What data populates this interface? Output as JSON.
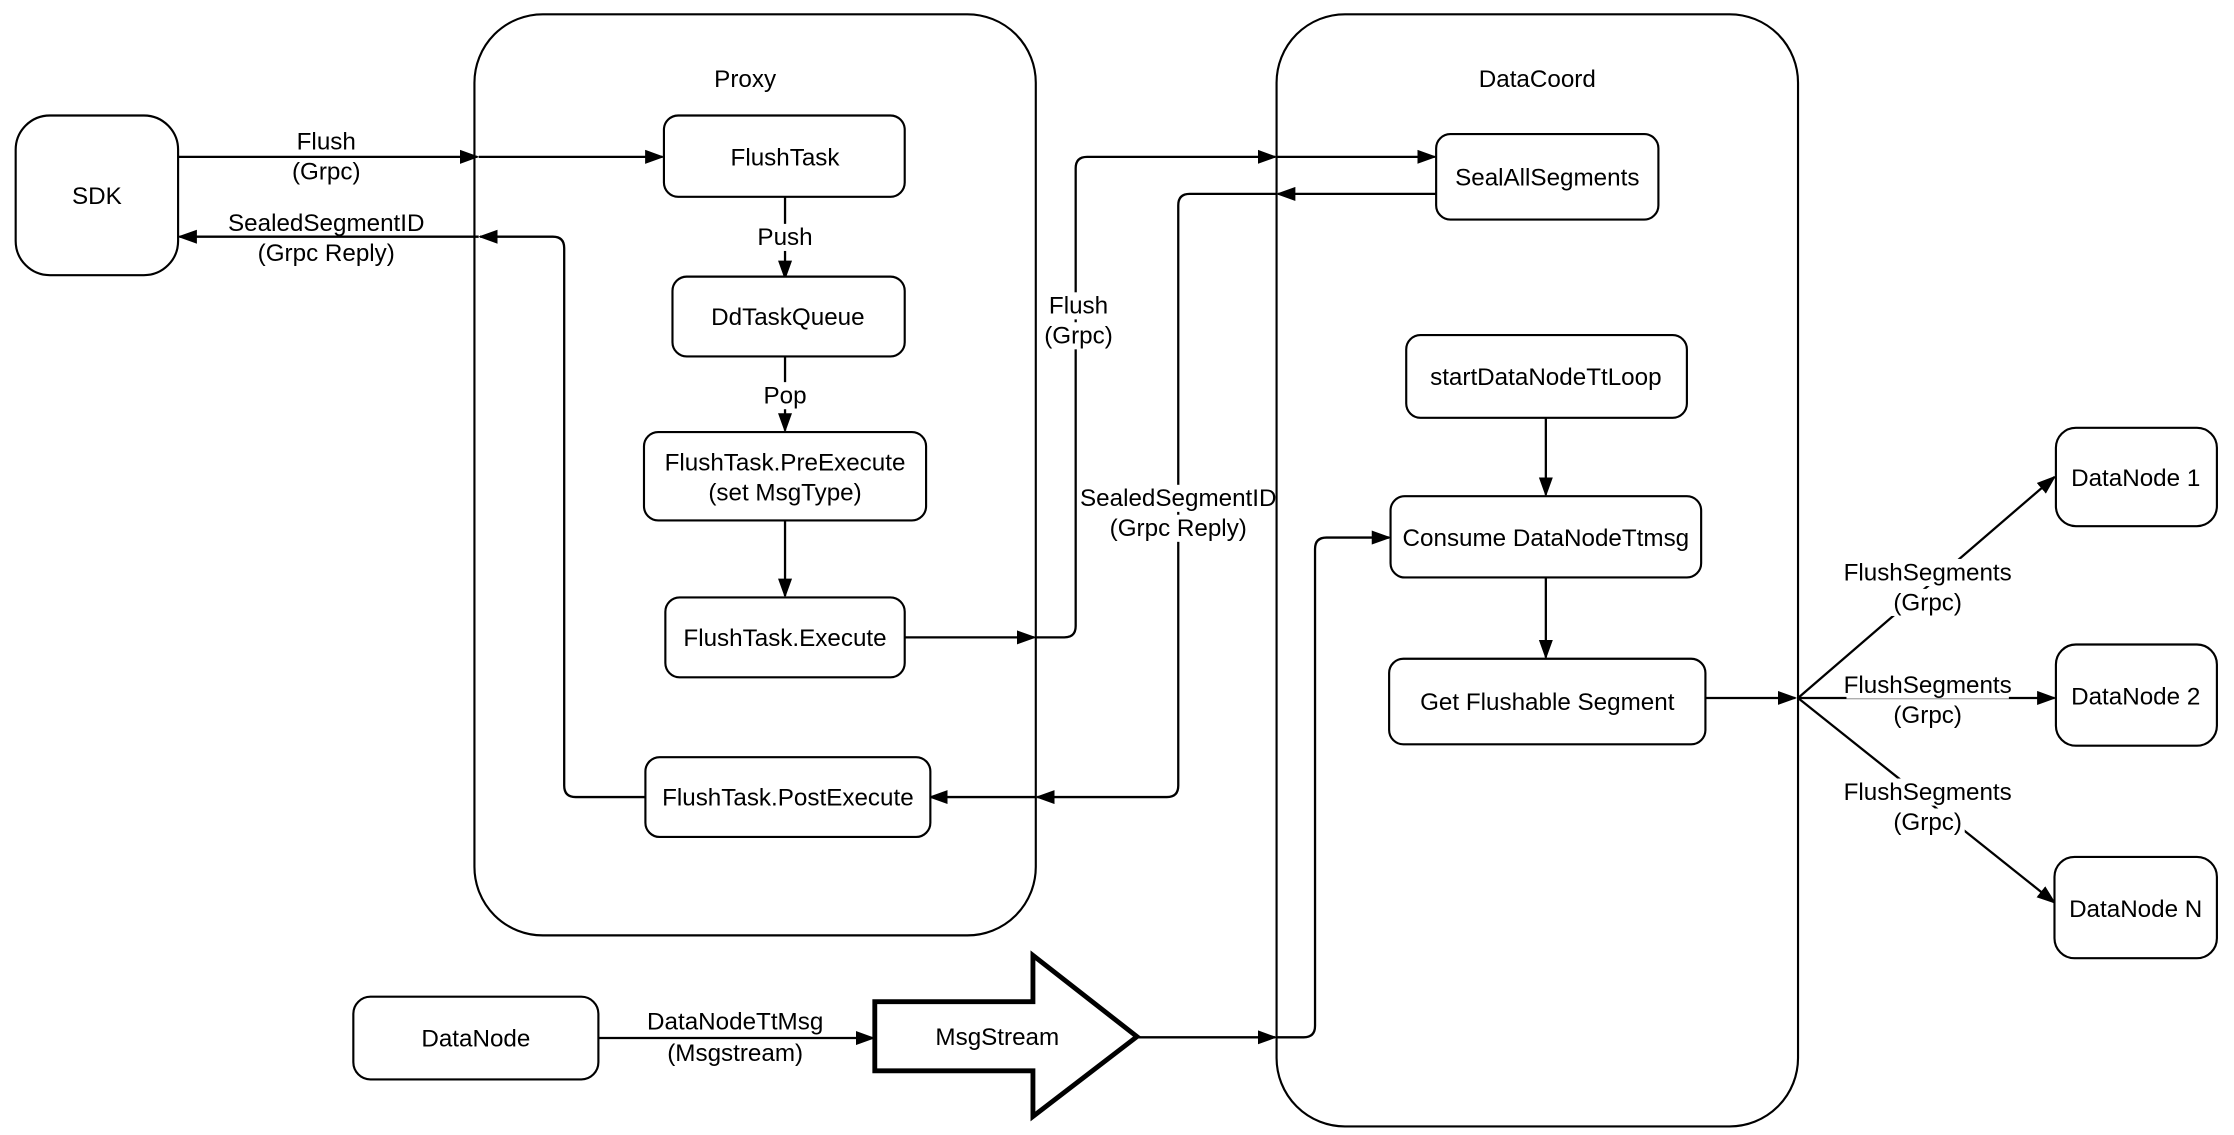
{
  "containers": {
    "proxy": {
      "title": "Proxy"
    },
    "datacoord": {
      "title": "DataCoord"
    }
  },
  "nodes": {
    "sdk": {
      "label": "SDK"
    },
    "flush_task": {
      "label": "FlushTask"
    },
    "dd_task_queue": {
      "label": "DdTaskQueue"
    },
    "flush_task_pre_execute": {
      "label": "FlushTask.PreExecute",
      "sublabel": "(set MsgType)"
    },
    "flush_task_execute": {
      "label": "FlushTask.Execute"
    },
    "flush_task_post_execute": {
      "label": "FlushTask.PostExecute"
    },
    "seal_all_segments": {
      "label": "SealAllSegments"
    },
    "start_data_node_tt_loop": {
      "label": "startDataNodeTtLoop"
    },
    "consume_data_node_ttmsg": {
      "label": "Consume DataNodeTtmsg"
    },
    "get_flushable_segment": {
      "label": "Get Flushable Segment"
    },
    "data_node_1": {
      "label": "DataNode 1"
    },
    "data_node_2": {
      "label": "DataNode 2"
    },
    "data_node_n": {
      "label": "DataNode N"
    },
    "data_node_source": {
      "label": "DataNode"
    },
    "msg_stream": {
      "label": "MsgStream"
    }
  },
  "edge_labels": {
    "sdk_flush": {
      "line1": "Flush",
      "line2": "(Grpc)"
    },
    "sdk_sealed": {
      "line1": "SealedSegmentID",
      "line2": "(Grpc Reply)"
    },
    "push": {
      "line1": "Push"
    },
    "pop": {
      "line1": "Pop"
    },
    "proxy_flush": {
      "line1": "Flush",
      "line2": "(Grpc)"
    },
    "coord_sealed": {
      "line1": "SealedSegmentID",
      "line2": "(Grpc Reply)"
    },
    "flush_segments_1": {
      "line1": "FlushSegments",
      "line2": "(Grpc)"
    },
    "flush_segments_2": {
      "line1": "FlushSegments",
      "line2": "(Grpc)"
    },
    "flush_segments_3": {
      "line1": "FlushSegments",
      "line2": "(Grpc)"
    },
    "data_node_tt_msg": {
      "line1": "DataNodeTtMsg",
      "line2": "(Msgstream)"
    }
  },
  "colors": {
    "line": "#000000",
    "node_fill": "#ffffff",
    "node_stroke": "#000000",
    "background": "#ffffff"
  }
}
